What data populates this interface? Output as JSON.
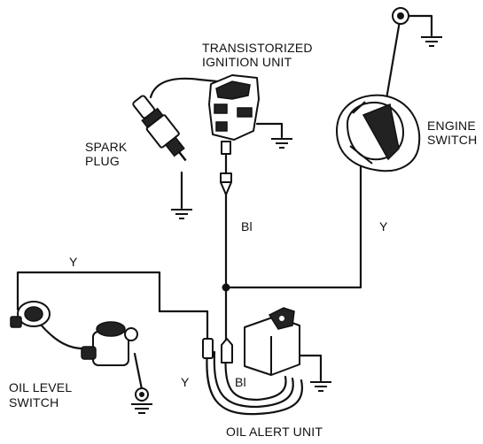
{
  "labels": {
    "ignition_unit_line1": "TRANSISTORIZED",
    "ignition_unit_line2": "IGNITION UNIT",
    "spark_plug_line1": "SPARK",
    "spark_plug_line2": "PLUG",
    "engine_switch_line1": "ENGINE",
    "engine_switch_line2": "SWITCH",
    "oil_level_switch_line1": "OIL LEVEL",
    "oil_level_switch_line2": "SWITCH",
    "oil_alert_unit": "OIL ALERT UNIT"
  },
  "wire_colors": {
    "engine_switch_wire": "Y",
    "ignition_wire": "Bl",
    "oil_level_wire_top": "Y",
    "oil_alert_wire_left": "Y",
    "oil_alert_wire_right": "Bl"
  }
}
